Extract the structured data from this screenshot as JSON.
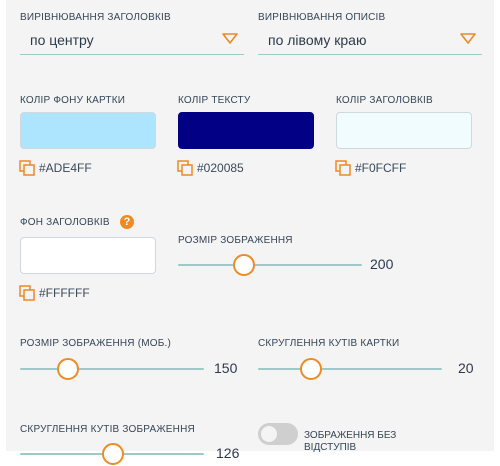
{
  "title_alignment": {
    "label": "ВИРІВНЮВАННЯ ЗАГОЛОВКІВ",
    "value": "по центру"
  },
  "description_alignment": {
    "label": "ВИРІВНЮВАННЯ ОПИСІВ",
    "value": "по лівому краю"
  },
  "card_bg_color": {
    "label": "КОЛІР ФОНУ КАРТКИ",
    "hex": "#ADE4FF",
    "color": "#ADE4FF"
  },
  "text_color": {
    "label": "КОЛІР ТЕКСТУ",
    "hex": "#020085",
    "color": "#020085"
  },
  "title_color": {
    "label": "КОЛІР ЗАГОЛОВКІВ",
    "hex": "#F0FCFF",
    "color": "#F0FCFF"
  },
  "title_bg": {
    "label": "ФОН ЗАГОЛОВКІВ",
    "hex": "#FFFFFF",
    "color": "#FFFFFF",
    "help": "?"
  },
  "image_size": {
    "label": "РОЗМІР ЗОБРАЖЕННЯ",
    "value": "200",
    "position": 0.35
  },
  "image_size_mobile": {
    "label": "РОЗМІР ЗОБРАЖЕННЯ (МОБ.)",
    "value": "150",
    "position": 0.25
  },
  "card_radius": {
    "label": "СКРУГЛЕННЯ КУТІВ КАРТКИ",
    "value": "20",
    "position": 0.3
  },
  "image_radius": {
    "label": "СКРУГЛЕННЯ КУТІВ ЗОБРАЖЕННЯ",
    "value": "126",
    "position": 0.5
  },
  "no_padding_toggle": {
    "label": "ЗОБРАЖЕННЯ БЕЗ ВІДСТУПІВ",
    "enabled": false
  },
  "colors": {
    "accent": "#F08A24",
    "track": "#9FC9C9"
  }
}
